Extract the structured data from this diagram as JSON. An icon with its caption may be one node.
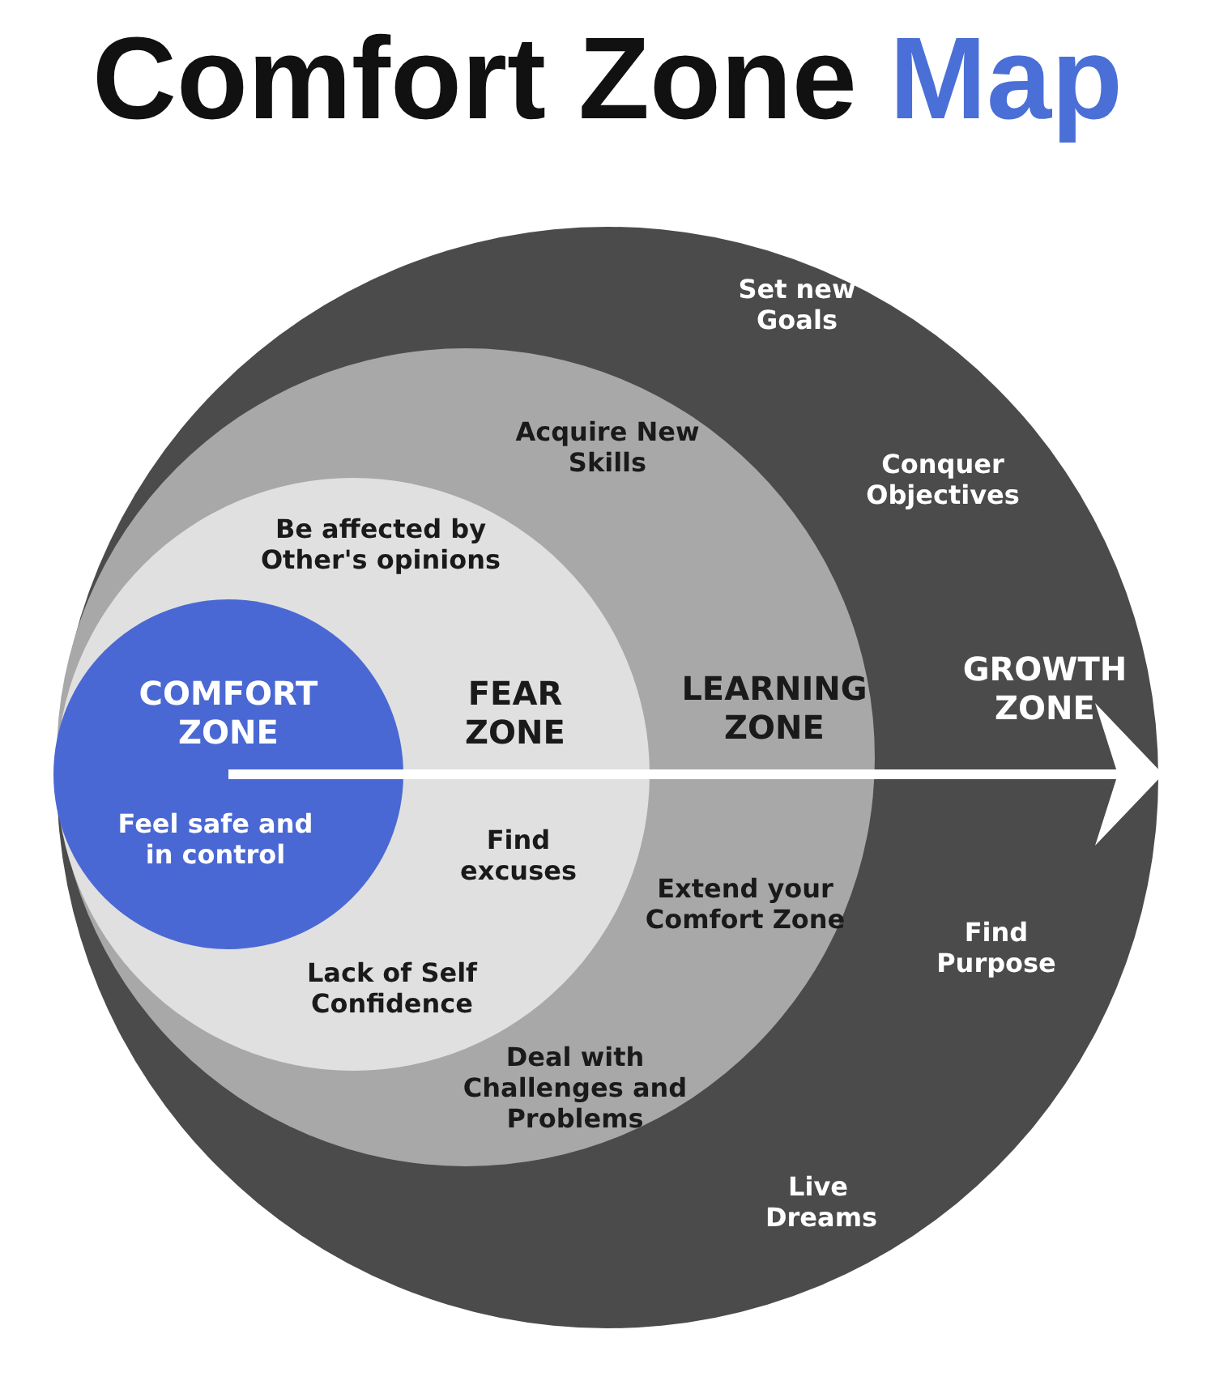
{
  "diagram": {
    "title": "Comfort Zone Map",
    "nodes": [
      {
        "text": [
          "GROWTH ZONE",
          "Set new Goals",
          "Conquer Objectives",
          "Find Purpose",
          "Live Dreams"
        ]
      },
      {
        "text": [
          "LEARNING ZONE",
          "Acquire New Skills",
          "Extend your Comfort Zone",
          "Deal with Challenges and Problems"
        ],
        "in": 0
      },
      {
        "text": [
          "FEAR ZONE",
          "Be affected by Other's opinions",
          "Find excuses",
          "Lack of Self Confidence"
        ],
        "in": 1
      },
      {
        "text": [
          "COMFORT ZONE",
          "Feel safe and in control"
        ],
        "in": 2
      }
    ]
  }
}
